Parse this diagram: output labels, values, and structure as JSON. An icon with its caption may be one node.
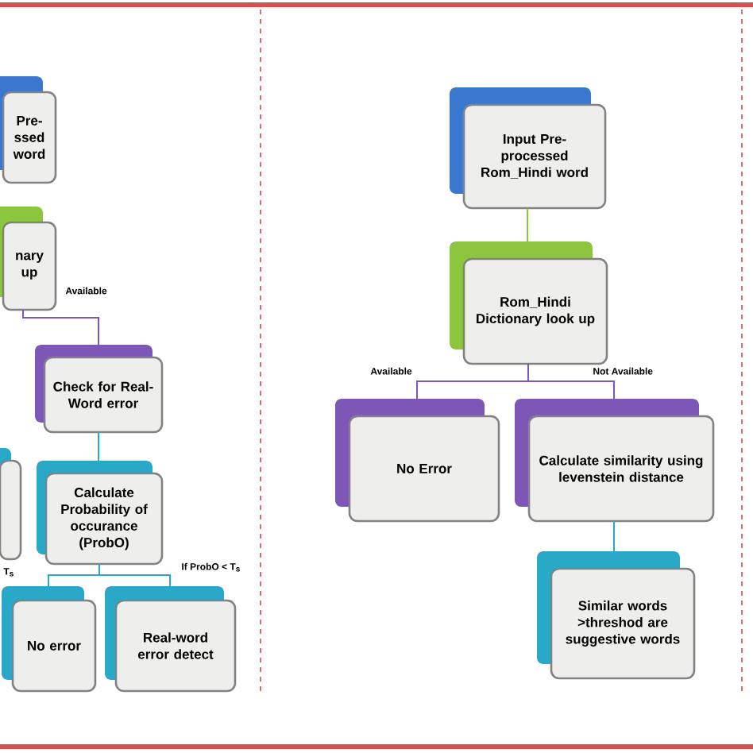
{
  "diagram": {
    "nodes": [
      {
        "text": [
          "Pre- ssed word"
        ]
      },
      {
        "text": [
          "nary up"
        ]
      },
      {
        "text": [
          "Check for Real- Word error"
        ]
      },
      {
        "text": [],
        "shape": "box"
      },
      {
        "text": [
          "Calculate Probability of occurance (ProbO)"
        ]
      },
      {
        "text": [
          "No error"
        ]
      },
      {
        "text": [
          "Real-word error detect"
        ]
      },
      {
        "text": [
          "Input Pre- processed Rom_Hindi word"
        ]
      },
      {
        "text": [
          "Rom_Hindi Dictionary look up"
        ]
      },
      {
        "text": [
          "No Error"
        ]
      },
      {
        "text": [
          "Calculate similarity using levenstein distance"
        ]
      },
      {
        "text": [
          "Similar words >threshod are suggestive words"
        ]
      }
    ],
    "edges": [
      {
        "from": 1,
        "to": 2,
        "arrow": "none",
        "label": "Available"
      },
      {
        "from": 2,
        "to": 4,
        "arrow": "none"
      },
      {
        "from": 4,
        "to": 5,
        "arrow": "none",
        "label": "T$_{s}$"
      },
      {
        "from": 4,
        "to": 6,
        "arrow": "none",
        "label": "If ProbO < T$_{s}$"
      },
      {
        "from": 7,
        "to": 8,
        "arrow": "none",
        "color": "#8cc63f"
      },
      {
        "from": 8,
        "to": 9,
        "arrow": "none",
        "label": "Available"
      },
      {
        "from": 8,
        "to": 10,
        "arrow": "none",
        "label": "Not Available"
      },
      {
        "from": 10,
        "to": 11,
        "arrow": "none"
      }
    ]
  }
}
